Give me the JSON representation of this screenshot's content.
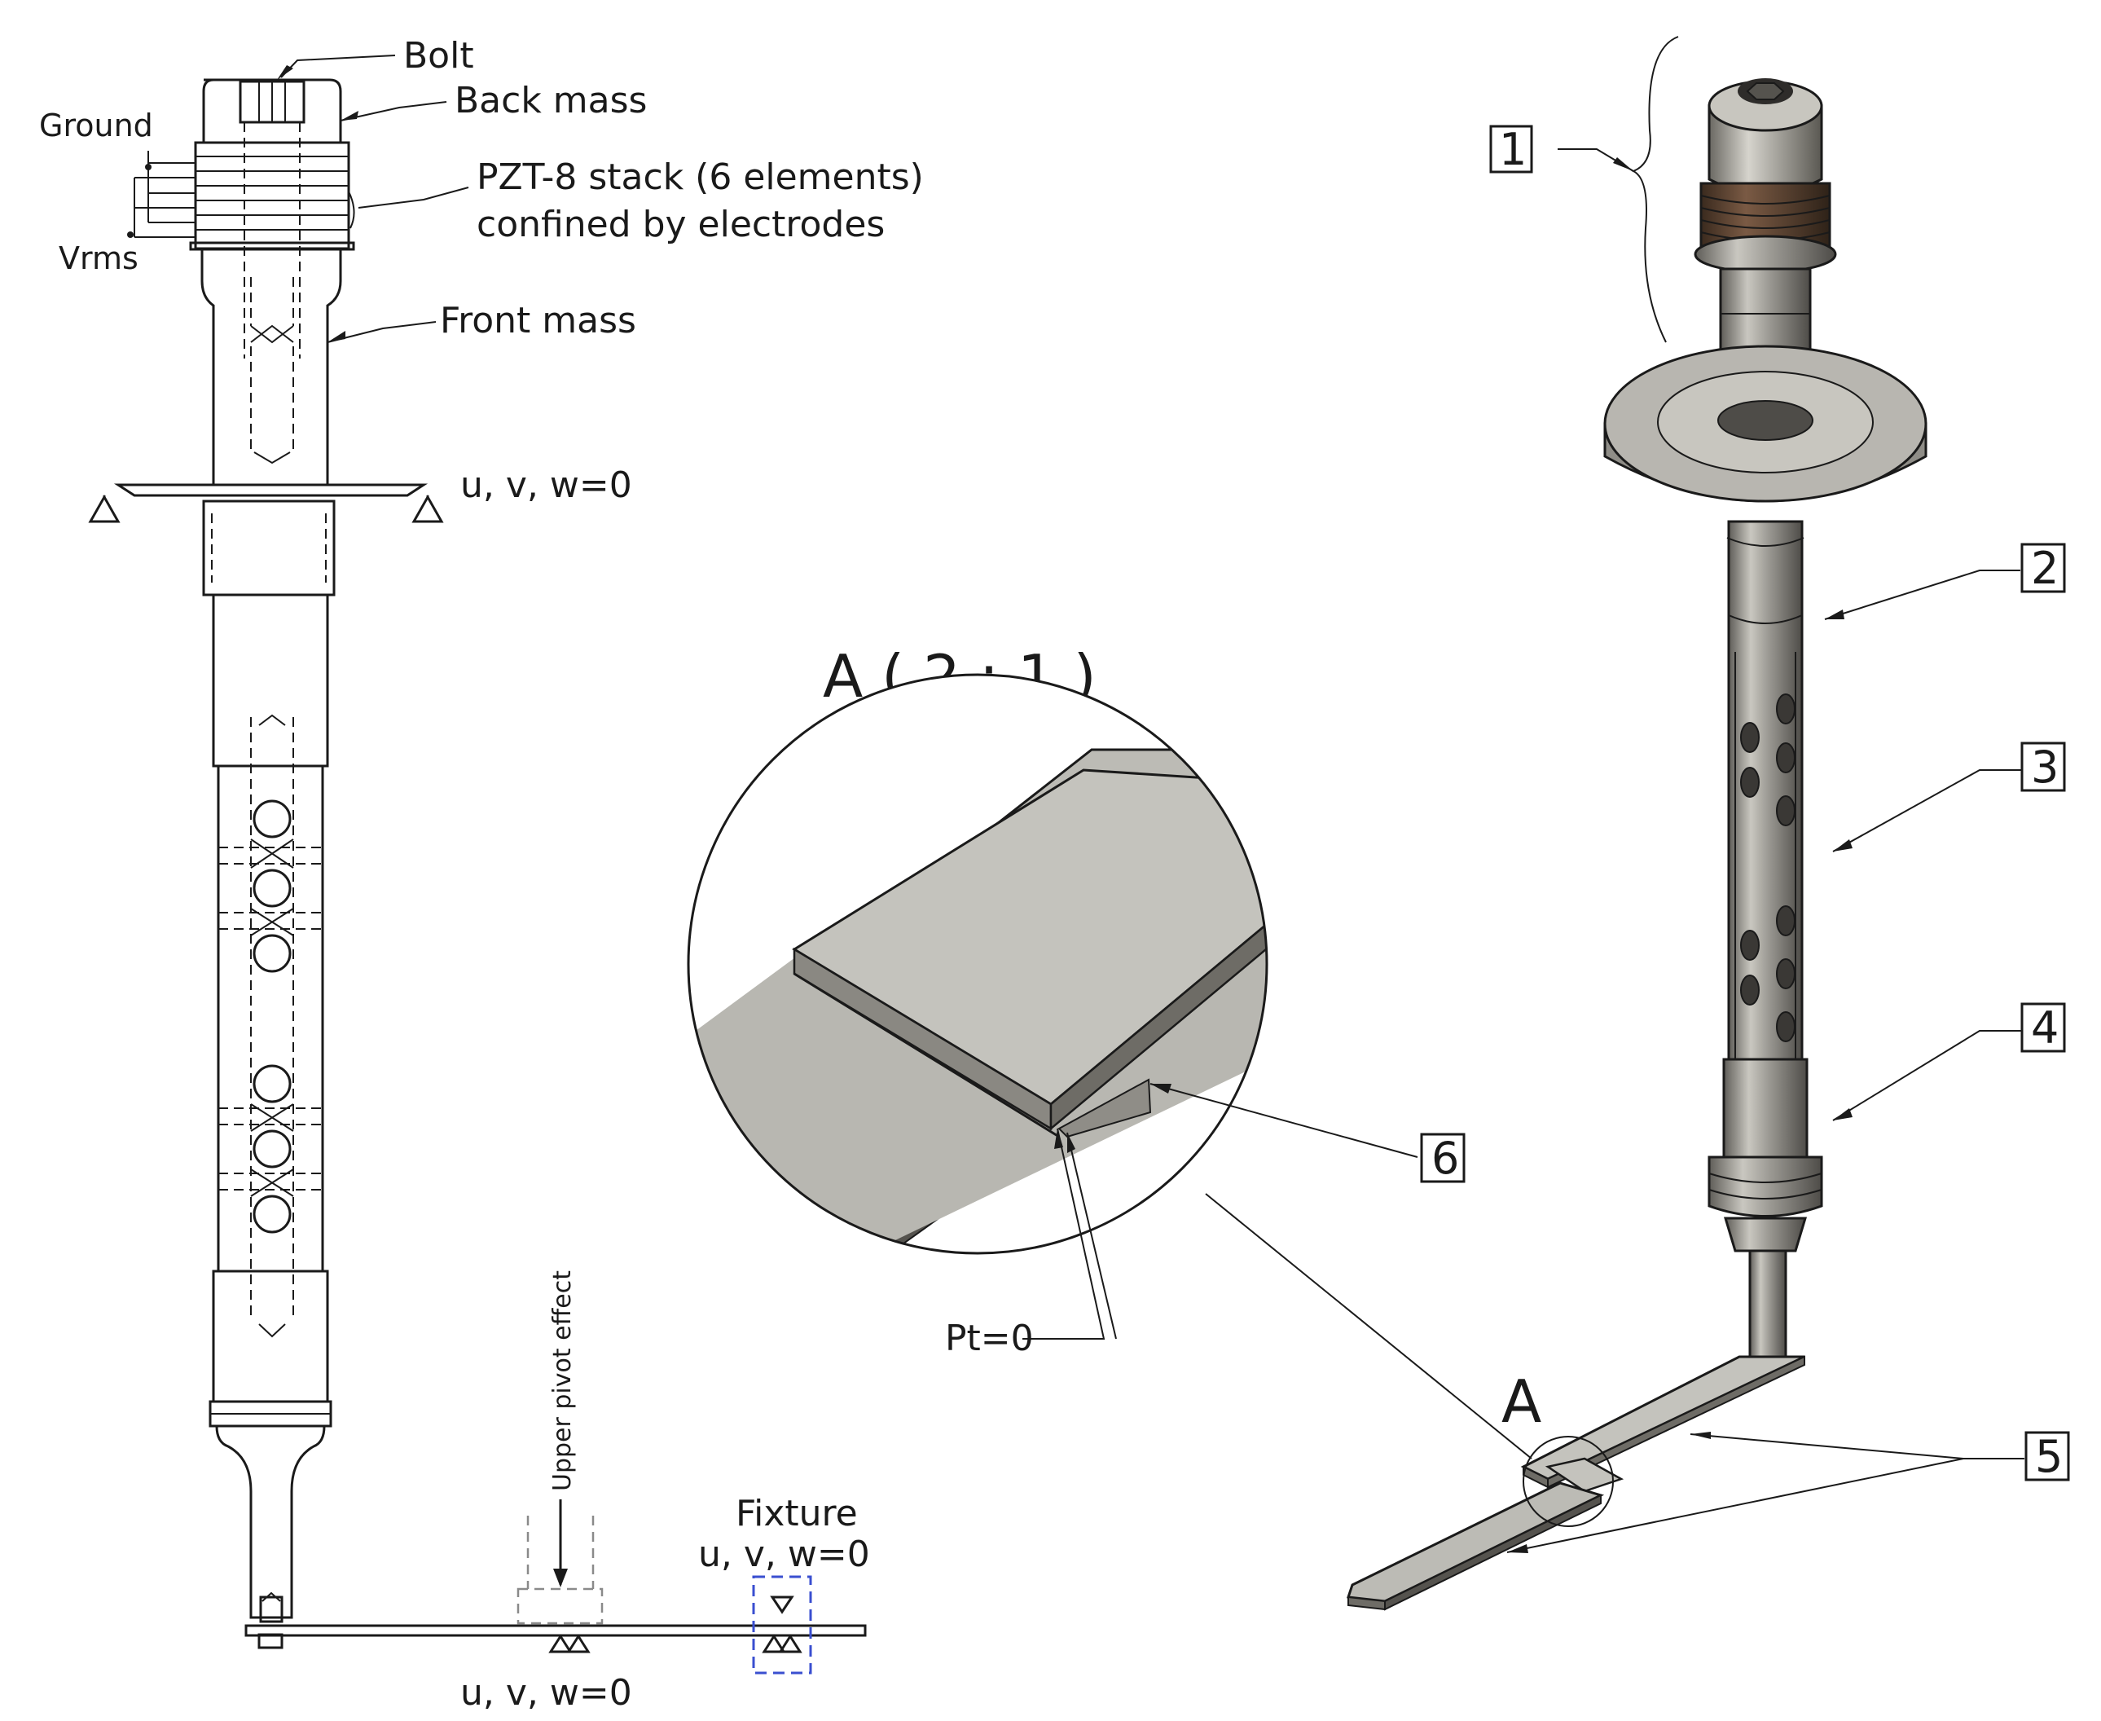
{
  "left_drawing": {
    "labels": {
      "bolt": "Bolt",
      "back_mass": "Back mass",
      "ground": "Ground",
      "pzt_line1": "PZT-8 stack (6 elements)",
      "pzt_line2": "confined by electrodes",
      "vrms": "Vrms",
      "front_mass": "Front mass",
      "bc_flange": "u, v, w=0",
      "pivot": "Upper pivot effect",
      "fixture": "Fixture",
      "bc_fixture": "u, v, w=0",
      "bc_bottom": "u, v, w=0"
    }
  },
  "detail_view": {
    "title": "A ( 2 : 1 )",
    "pt_label": "Pt=0",
    "callout_6": "6"
  },
  "assembly": {
    "detail_letter": "A",
    "callouts": [
      "1",
      "2",
      "3",
      "4",
      "5"
    ]
  },
  "colors": {
    "line": "#1a1a1a",
    "metal_face": "#b8b7b1",
    "metal_top": "#c9c8c2",
    "metal_dark": "#6e6c66",
    "thread": "#4a3a2c",
    "fixture_box": "#3a4fd0"
  }
}
